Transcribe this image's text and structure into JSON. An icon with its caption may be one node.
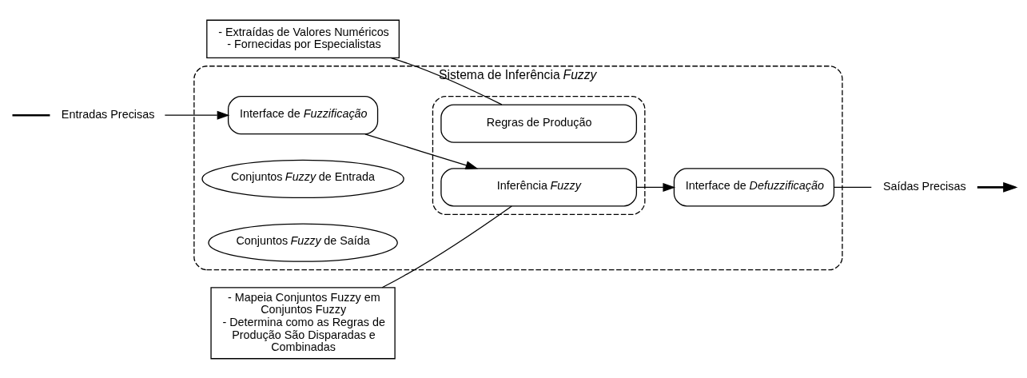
{
  "diagram": {
    "nodes": [
      {
        "text": [
          "Sistema de Inferência *Fuzzy*"
        ]
      },
      {
        "text": [
          "- Extraídas de Valores Numéricos",
          "- Fornecidas por Especialistas"
        ]
      },
      {
        "text": [
          "Entradas Precisas"
        ]
      },
      {
        "text": [
          "Interface de *Fuzzificação*"
        ],
        "in": 0
      },
      {
        "text": [
          "Conjuntos *Fuzzy* de Entrada"
        ],
        "in": 0
      },
      {
        "text": [],
        "shape": "box",
        "in": 0
      },
      {
        "text": [
          "Regras de Produção"
        ],
        "in": 5
      },
      {
        "text": [
          "Inferência *Fuzzy*"
        ],
        "in": 5
      },
      {
        "text": [
          "Interface de *Defuzzificação*"
        ],
        "in": 0
      },
      {
        "text": [
          "Conjuntos *Fuzzy* de Saída"
        ],
        "in": 0
      },
      {
        "text": [
          "Saídas Precisas"
        ]
      },
      {
        "text": [
          "- Mapeia Conjuntos Fuzzy em Conjuntos Fuzzy",
          "- Determina como as Regras de Produção São Disparadas e Combinadas"
        ]
      }
    ],
    "edges": [
      {
        "from": null,
        "to": 2,
        "arrow": "none"
      },
      {
        "from": 2,
        "to": 3,
        "arrow": "to"
      },
      {
        "from": 3,
        "to": 7,
        "arrow": "to"
      },
      {
        "from": 7,
        "to": 8,
        "arrow": "to"
      },
      {
        "from": 8,
        "to": 10,
        "arrow": "none"
      },
      {
        "from": 10,
        "to": null,
        "arrow": "to"
      },
      {
        "from": 1,
        "to": 6,
        "arrow": "none"
      },
      {
        "from": 11,
        "to": 7,
        "arrow": "none"
      }
    ]
  }
}
